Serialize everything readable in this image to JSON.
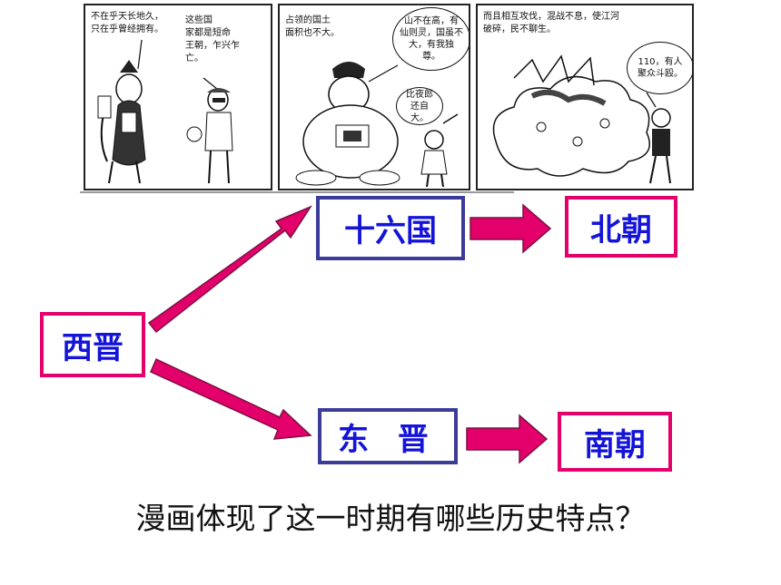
{
  "comic": {
    "panel1": {
      "caption_left": "不在乎天长地久，\n只在乎曾经拥有。",
      "caption_right": "这些国\n家都是短命\n王朝，乍兴乍\n亡。"
    },
    "panel2": {
      "caption_left": "占领的国土\n面积也不大。",
      "bubble_top": "山不在高，有\n仙则灵，国虽不\n大，有我独\n尊。",
      "bubble_small": "比夜郎\n还自大。"
    },
    "panel3": {
      "caption_top": "而且相互攻伐，混战不息，使江河\n破碎，民不聊生。",
      "bubble_right": "110，有人\n聚众斗殴。"
    }
  },
  "diagram": {
    "western_jin": "西晋",
    "sixteen_kingdoms": "十六国",
    "northern_dynasties": "北朝",
    "eastern_jin": "东 晋",
    "southern_dynasties": "南朝",
    "colors": {
      "arrow": "#e4006b",
      "text": "#1414d8",
      "pink_border": "#e4006b",
      "blue_border": "#3b3b9a"
    }
  },
  "question": "漫画体现了这一时期有哪些历史特点？"
}
